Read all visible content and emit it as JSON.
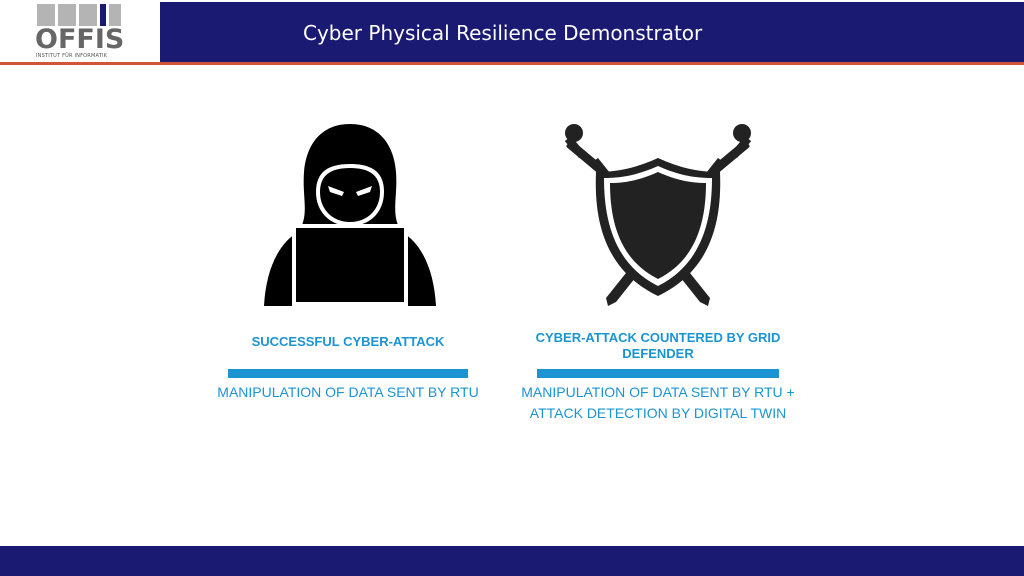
{
  "header": {
    "logo_text": "OFFIS",
    "logo_subtitle": "INSTITUT FÜR INFORMATIK",
    "title": "Cyber Physical Resilience Demonstrator"
  },
  "panels": [
    {
      "icon": "hooded-hacker-icon",
      "heading": "SUCCESSFUL CYBER-ATTACK",
      "description": "MANIPULATION OF DATA SENT BY RTU"
    },
    {
      "icon": "shield-crossed-swords-icon",
      "heading": "CYBER-ATTACK COUNTERED BY GRID DEFENDER",
      "description": "MANIPULATION OF DATA SENT BY RTU + ATTACK DETECTION BY DIGITAL TWIN"
    }
  ],
  "colors": {
    "title_bar": "#1a1a73",
    "accent_rule": "#d0533a",
    "caption": "#1b94d2",
    "icon": "#000000"
  }
}
